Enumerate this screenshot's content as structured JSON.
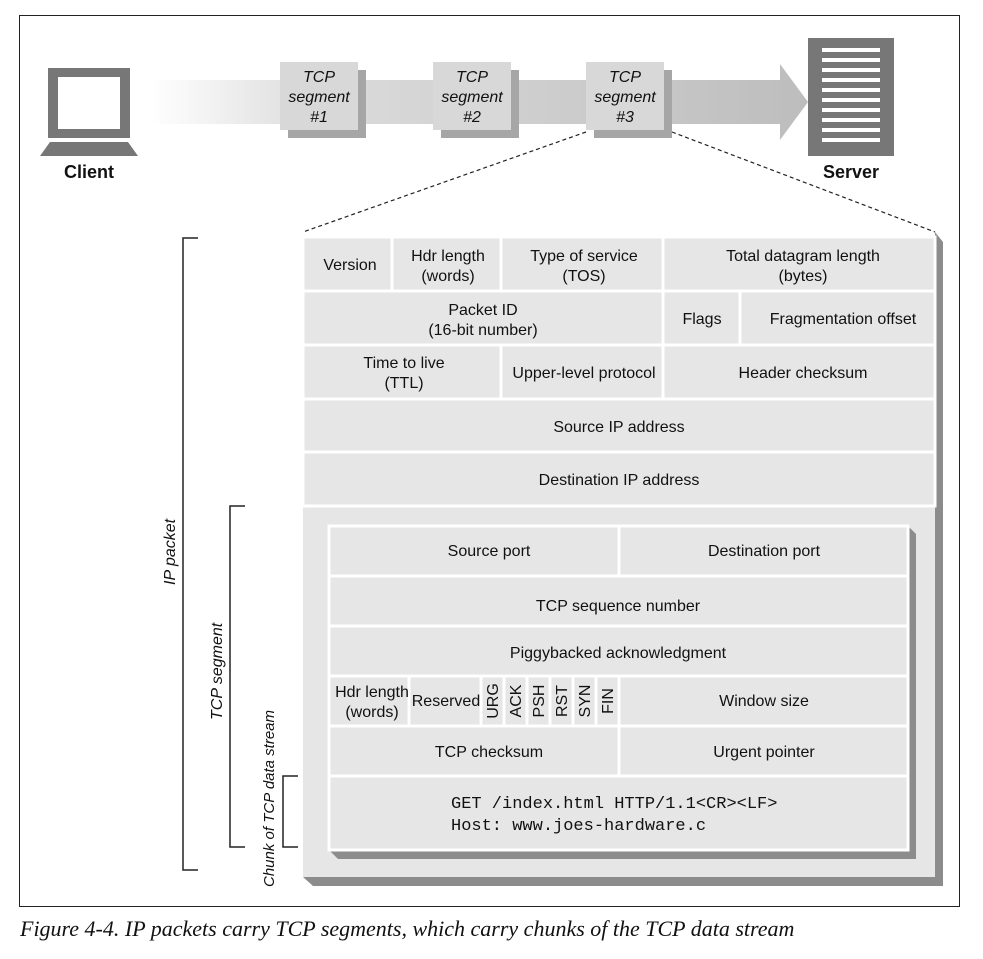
{
  "client_label": "Client",
  "server_label": "Server",
  "segments": [
    {
      "line1": "TCP",
      "line2": "segment",
      "line3": "#1"
    },
    {
      "line1": "TCP",
      "line2": "segment",
      "line3": "#2"
    },
    {
      "line1": "TCP",
      "line2": "segment",
      "line3": "#3"
    }
  ],
  "ip_header": {
    "version": "Version",
    "hdr_length": [
      "Hdr length",
      "(words)"
    ],
    "tos": [
      "Type of service",
      "(TOS)"
    ],
    "total_length": [
      "Total datagram length",
      "(bytes)"
    ],
    "packet_id": [
      "Packet ID",
      "(16-bit number)"
    ],
    "flags": "Flags",
    "frag_offset": "Fragmentation offset",
    "ttl": [
      "Time to live",
      "(TTL)"
    ],
    "upper_protocol": "Upper-level protocol",
    "header_checksum": "Header checksum",
    "source_ip": "Source IP address",
    "dest_ip": "Destination IP address"
  },
  "tcp_header": {
    "source_port": "Source port",
    "dest_port": "Destination port",
    "seq_number": "TCP sequence number",
    "ack": "Piggybacked acknowledgment",
    "hdr_length": [
      "Hdr length",
      "(words)"
    ],
    "reserved": "Reserved",
    "flags": [
      "URG",
      "ACK",
      "PSH",
      "RST",
      "SYN",
      "FIN"
    ],
    "window_size": "Window size",
    "checksum": "TCP checksum",
    "urgent_pointer": "Urgent pointer"
  },
  "data_lines": [
    "GET /index.html HTTP/1.1<CR><LF>",
    "Host: www.joes-hardware.c"
  ],
  "brackets": {
    "ip_packet": "IP packet",
    "tcp_segment": "TCP segment",
    "chunk": "Chunk of TCP data stream"
  },
  "caption": "Figure 4-4. IP packets carry TCP segments, which carry chunks of the TCP data stream"
}
